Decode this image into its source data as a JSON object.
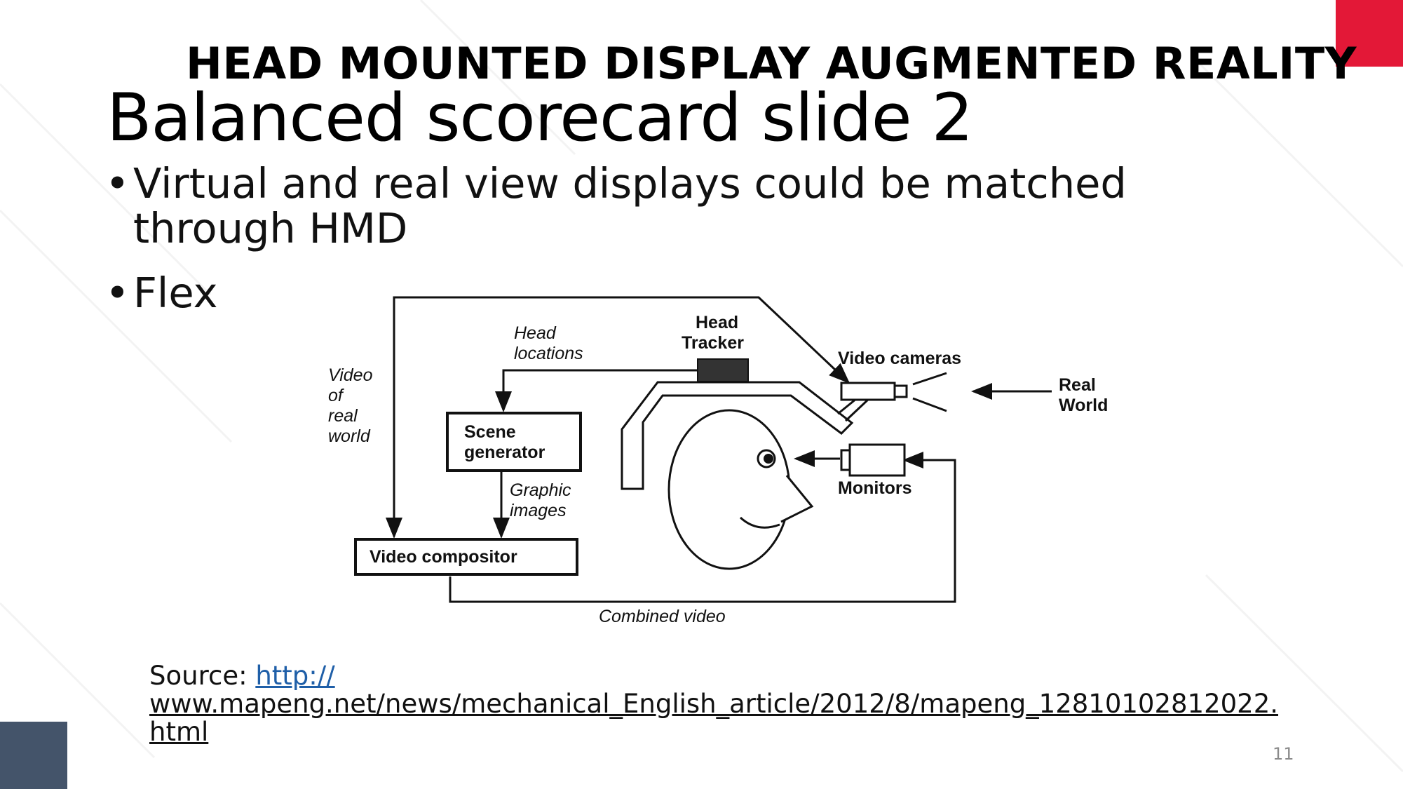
{
  "slide": {
    "header_title": "HEAD MOUNTED DISPLAY AUGMENTED REALITY",
    "title": "Balanced scorecard slide 2",
    "bullets": [
      "Virtual and real view displays could be matched through HMD",
      "Flex"
    ],
    "page_number": "11"
  },
  "diagram": {
    "labels": {
      "video_of_real_world": [
        "Video",
        "of",
        "real",
        "world"
      ],
      "head_locations": [
        "Head",
        "locations"
      ],
      "head_tracker": [
        "Head",
        "Tracker"
      ],
      "video_cameras": "Video cameras",
      "real_world": [
        "Real",
        "World"
      ],
      "scene_generator": [
        "Scene",
        "generator"
      ],
      "graphic_images": [
        "Graphic",
        "images"
      ],
      "monitors": "Monitors",
      "video_compositor": "Video compositor",
      "combined_video": "Combined video"
    }
  },
  "source": {
    "label": "Source: ",
    "link_line_1": "http://",
    "link_line_2": "www.mapeng.net/news/mechanical_English_article/2012/8/mapeng_12810102812022.",
    "link_line_3": "html"
  },
  "colors": {
    "accent_red": "#e31837",
    "accent_slate": "#44546a",
    "link_blue": "#1f5fa8"
  }
}
